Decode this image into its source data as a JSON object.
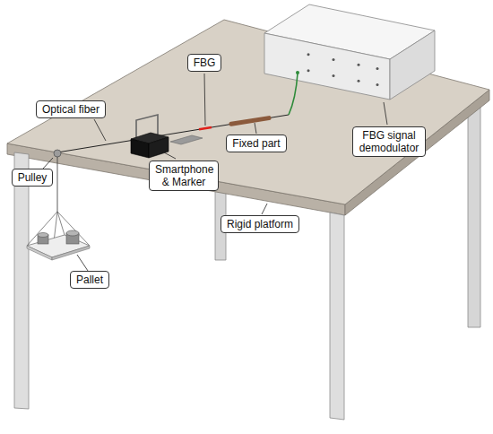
{
  "diagram": {
    "nodes": [
      {
        "text": [
          "FBG"
        ]
      },
      {
        "text": [
          "Optical fiber"
        ]
      },
      {
        "text": [
          "Fixed part"
        ]
      },
      {
        "text": [
          "FBG signal demodulator"
        ]
      },
      {
        "text": [
          "Smartphone & Marker"
        ]
      },
      {
        "text": [
          "Pulley"
        ]
      },
      {
        "text": [
          "Rigid platform"
        ]
      },
      {
        "text": [
          "Pallet"
        ]
      }
    ]
  }
}
